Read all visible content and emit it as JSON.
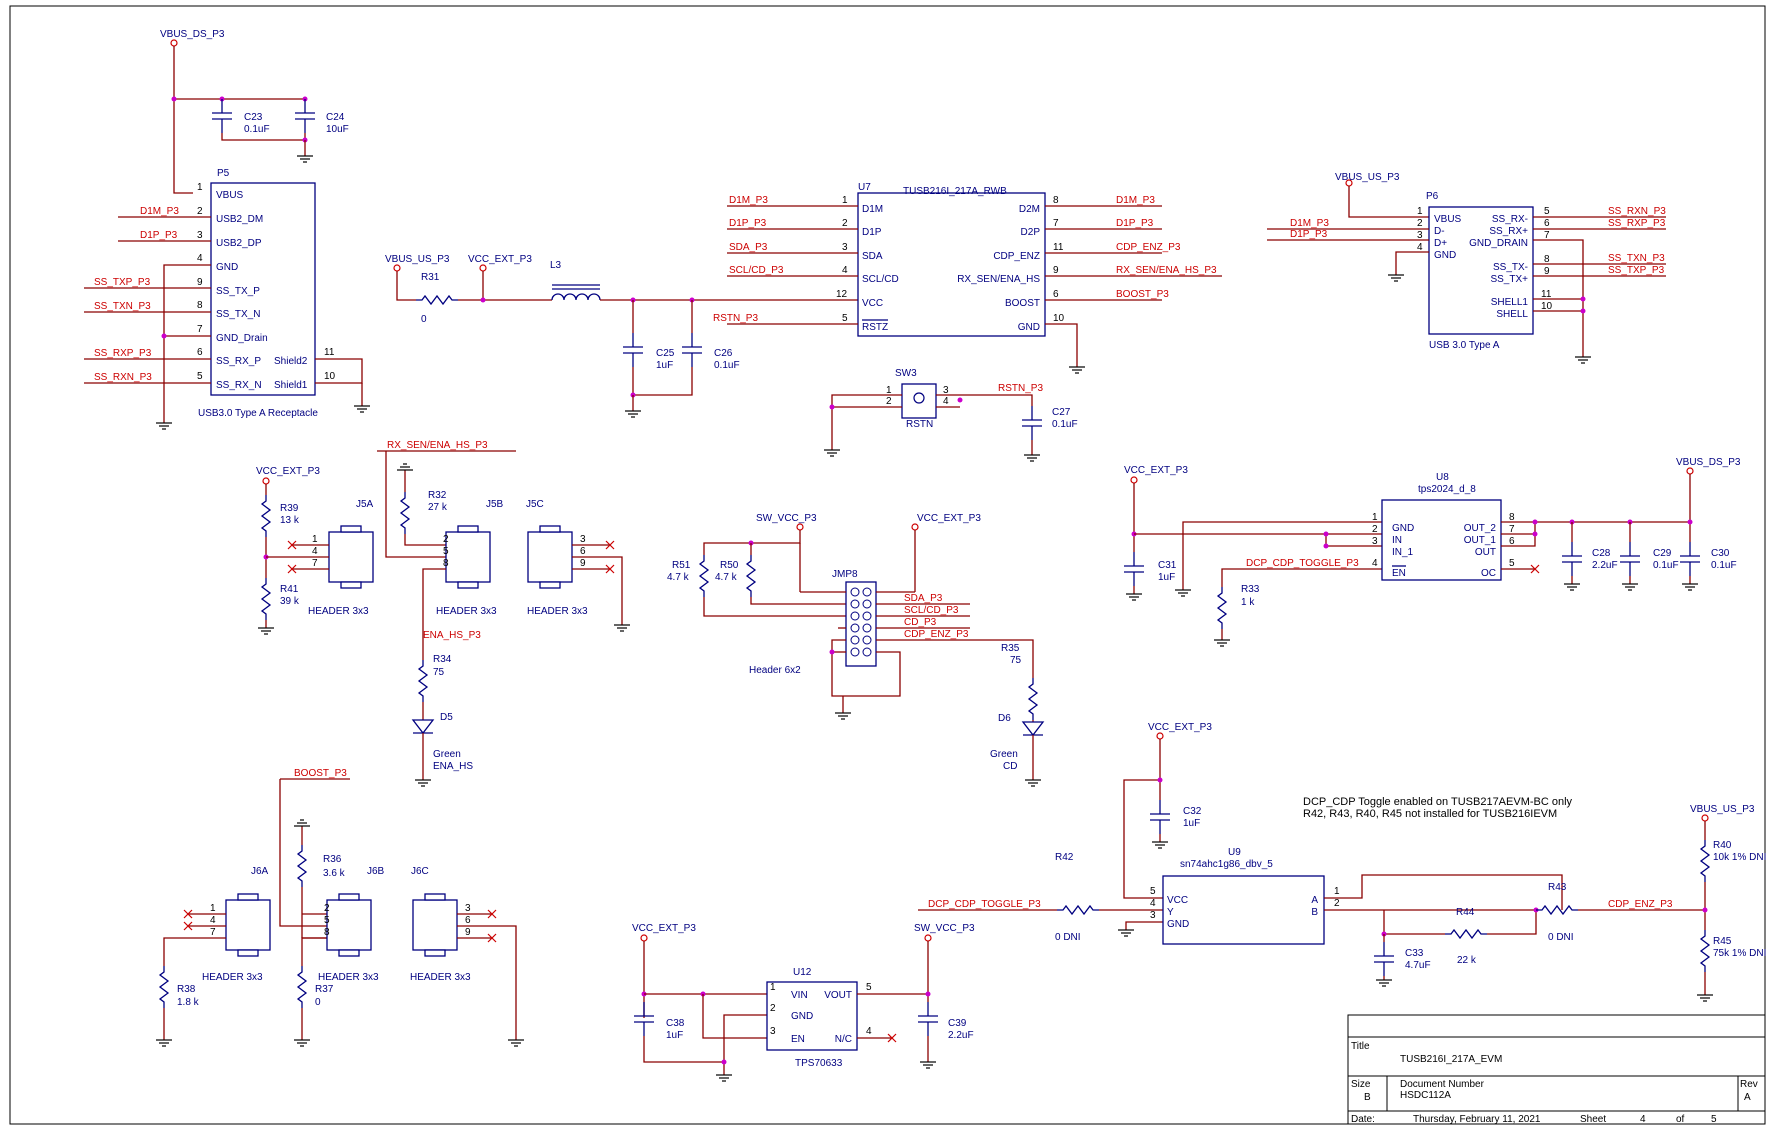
{
  "title_block": {
    "title_label": "Title",
    "title": "TUSB216I_217A_EVM",
    "size_label": "Size",
    "size": "B",
    "docnum_label": "Document Number",
    "docnum": "HSDC112A",
    "rev_label": "Rev",
    "rev": "A",
    "date_label": "Date:",
    "date": "Thursday, February 11, 2021",
    "sheet_label": "Sheet",
    "sheet": "4",
    "of_label": "of",
    "of": "5"
  },
  "note": {
    "line1": "DCP_CDP Toggle enabled on TUSB217AEVM-BC only",
    "line2": "R42, R43, R40, R45 not installed for TUSB216IEVM"
  },
  "p5": {
    "ref": "P5",
    "name": "USB3.0 Type A Receptacle",
    "pins": [
      "VBUS",
      "USB2_DM",
      "USB2_DP",
      "GND",
      "SS_TX_P",
      "SS_TX_N",
      "GND_Drain",
      "SS_RX_P",
      "SS_RX_N",
      "Shield2",
      "Shield1"
    ],
    "pin_numbers": [
      "1",
      "2",
      "3",
      "4",
      "9",
      "8",
      "7",
      "6",
      "5",
      "11",
      "10"
    ],
    "nets": [
      "D1M_P3",
      "D1P_P3",
      "SS_TXP_P3",
      "SS_TXN_P3",
      "SS_RXP_P3",
      "SS_RXN_P3"
    ],
    "power": "VBUS_DS_P3"
  },
  "c23": {
    "ref": "C23",
    "value": "0.1uF"
  },
  "c24": {
    "ref": "C24",
    "value": "10uF"
  },
  "r31": {
    "ref": "R31",
    "value": "0"
  },
  "l3": {
    "ref": "L3"
  },
  "c25": {
    "ref": "C25",
    "value": "1uF"
  },
  "c26": {
    "ref": "C26",
    "value": "0.1uF"
  },
  "pwr": {
    "vbus_us": "VBUS_US_P3",
    "vcc_ext": "VCC_EXT_P3",
    "vbus_ds": "VBUS_DS_P3",
    "sw_vcc": "SW_VCC_P3"
  },
  "u7": {
    "ref": "U7",
    "part": "TUSB216I_217A_RWB",
    "left_pins": [
      "D1M",
      "D1P",
      "SDA",
      "SCL/CD",
      "VCC",
      "RSTZ"
    ],
    "left_nums": [
      "1",
      "2",
      "3",
      "4",
      "12",
      "5"
    ],
    "left_nets": [
      "D1M_P3",
      "D1P_P3",
      "SDA_P3",
      "SCL/CD_P3",
      "RSTN_P3"
    ],
    "right_pins": [
      "D2M",
      "D2P",
      "CDP_ENZ",
      "RX_SEN/ENA_HS",
      "BOOST",
      "GND"
    ],
    "right_nums": [
      "8",
      "7",
      "11",
      "9",
      "6",
      "10"
    ],
    "right_nets": [
      "D1M_P3",
      "D1P_P3",
      "CDP_ENZ_P3",
      "RX_SEN/ENA_HS_P3",
      "BOOST_P3"
    ]
  },
  "sw3": {
    "ref": "SW3",
    "name": "RSTN",
    "net": "RSTN_P3",
    "pins": [
      "1",
      "2",
      "3",
      "4"
    ]
  },
  "c27": {
    "ref": "C27",
    "value": "0.1uF"
  },
  "p6": {
    "ref": "P6",
    "name": "USB 3.0 Type A",
    "power": "VBUS_US_P3",
    "left_pins": [
      "VBUS",
      "D-",
      "D+",
      "GND"
    ],
    "left_nums": [
      "1",
      "2",
      "3",
      "4"
    ],
    "left_nets": [
      "D1M_P3",
      "D1P_P3"
    ],
    "right_pins": [
      "SS_RX-",
      "SS_RX+",
      "GND_DRAIN",
      "SS_TX-",
      "SS_TX+",
      "SHELL1",
      "SHELL"
    ],
    "right_nums": [
      "5",
      "6",
      "7",
      "8",
      "9",
      "11",
      "10"
    ],
    "right_nets": [
      "SS_RXN_P3",
      "SS_RXP_P3",
      "SS_TXN_P3",
      "SS_TXP_P3"
    ]
  },
  "j5": {
    "net_top": "RX_SEN/ENA_HS_P3",
    "r39": {
      "ref": "R39",
      "value": "13 k"
    },
    "r41": {
      "ref": "R41",
      "value": "39 k"
    },
    "r32": {
      "ref": "R32",
      "value": "27 k"
    },
    "j5a": "J5A",
    "j5b": "J5B",
    "j5c": "J5C",
    "header": "HEADER 3x3",
    "pins_a": [
      "1",
      "4",
      "7"
    ],
    "pins_b": [
      "2",
      "5",
      "8"
    ],
    "pins_c": [
      "3",
      "6",
      "9"
    ],
    "ena_net": "ENA_HS_P3",
    "r34": {
      "ref": "R34",
      "value": "75"
    },
    "d5": {
      "ref": "D5",
      "color": "Green",
      "name": "ENA_HS"
    }
  },
  "jmp8": {
    "ref": "JMP8",
    "name": "Header 6x2",
    "r51": {
      "ref": "R51",
      "value": "4.7 k"
    },
    "r50": {
      "ref": "R50",
      "value": "4.7 k"
    },
    "nets": [
      "SDA_P3",
      "SCL/CD_P3",
      "CD_P3",
      "CDP_ENZ_P3"
    ],
    "r35": {
      "ref": "R35",
      "value": "75"
    },
    "d6": {
      "ref": "D6",
      "color": "Green",
      "name": "CD"
    }
  },
  "u8": {
    "ref": "U8",
    "part": "tps2024_d_8",
    "left_pins": [
      "GND",
      "IN",
      "IN_1",
      "EN"
    ],
    "left_nums": [
      "1",
      "2",
      "3",
      "4"
    ],
    "right_pins": [
      "OUT_2",
      "OUT_1",
      "OUT",
      "OC"
    ],
    "right_nums": [
      "8",
      "7",
      "6",
      "5"
    ],
    "en_net": "DCP_CDP_TOGGLE_P3",
    "c31": {
      "ref": "C31",
      "value": "1uF"
    },
    "r33": {
      "ref": "R33",
      "value": "1 k"
    },
    "c28": {
      "ref": "C28",
      "value": "2.2uF"
    },
    "c29": {
      "ref": "C29",
      "value": "0.1uF"
    },
    "c30": {
      "ref": "C30",
      "value": "0.1uF"
    }
  },
  "j6": {
    "net": "BOOST_P3",
    "j6a": "J6A",
    "j6b": "J6B",
    "j6c": "J6C",
    "header": "HEADER 3x3",
    "pins_a": [
      "1",
      "4",
      "7"
    ],
    "pins_b": [
      "2",
      "5",
      "8"
    ],
    "pins_c": [
      "3",
      "6",
      "9"
    ],
    "r36": {
      "ref": "R36",
      "value": "3.6 k"
    },
    "r37": {
      "ref": "R37",
      "value": "0"
    },
    "r38": {
      "ref": "R38",
      "value": "1.8 k"
    }
  },
  "u12": {
    "ref": "U12",
    "part": "TPS70633",
    "left_pins": [
      "VIN",
      "GND",
      "EN"
    ],
    "left_nums": [
      "1",
      "2",
      "3"
    ],
    "right_pins": [
      "VOUT",
      "N/C"
    ],
    "right_nums": [
      "5",
      "4"
    ],
    "c38": {
      "ref": "C38",
      "value": "1uF"
    },
    "c39": {
      "ref": "C39",
      "value": "2.2uF"
    }
  },
  "u9": {
    "ref": "U9",
    "part": "sn74ahc1g86_dbv_5",
    "left_pins": [
      "VCC",
      "Y",
      "GND"
    ],
    "left_nums": [
      "5",
      "4",
      "3"
    ],
    "right_pins": [
      "A",
      "B"
    ],
    "right_nums": [
      "1",
      "2"
    ],
    "c32": {
      "ref": "C32",
      "value": "1uF"
    },
    "r42": {
      "ref": "R42",
      "value": "0 DNI"
    },
    "r43": {
      "ref": "R43",
      "value": "0 DNI"
    },
    "r44": {
      "ref": "R44",
      "value": "22 k"
    },
    "c33": {
      "ref": "C33",
      "value": "4.7uF"
    },
    "r40": {
      "ref": "R40",
      "value": "10k 1% DNI"
    },
    "r45": {
      "ref": "R45",
      "value": "75k 1% DNI"
    },
    "net_in": "DCP_CDP_TOGGLE_P3",
    "net_out": "CDP_ENZ_P3"
  }
}
